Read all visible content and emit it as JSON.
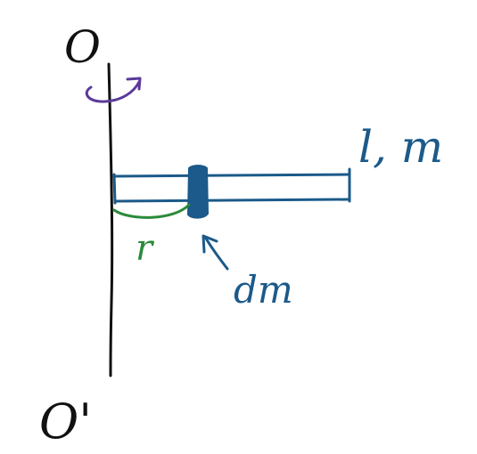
{
  "colors": {
    "axis": "#111111",
    "rod": "#1b5a8a",
    "element": "#1b5a8a",
    "radius": "#2a8a3a",
    "rotation": "#5a3a9a",
    "background": "#ffffff"
  },
  "labels": {
    "axis_top": "O",
    "axis_bottom": "O'",
    "rod": "l, m",
    "radius": "r",
    "element": "dm"
  }
}
